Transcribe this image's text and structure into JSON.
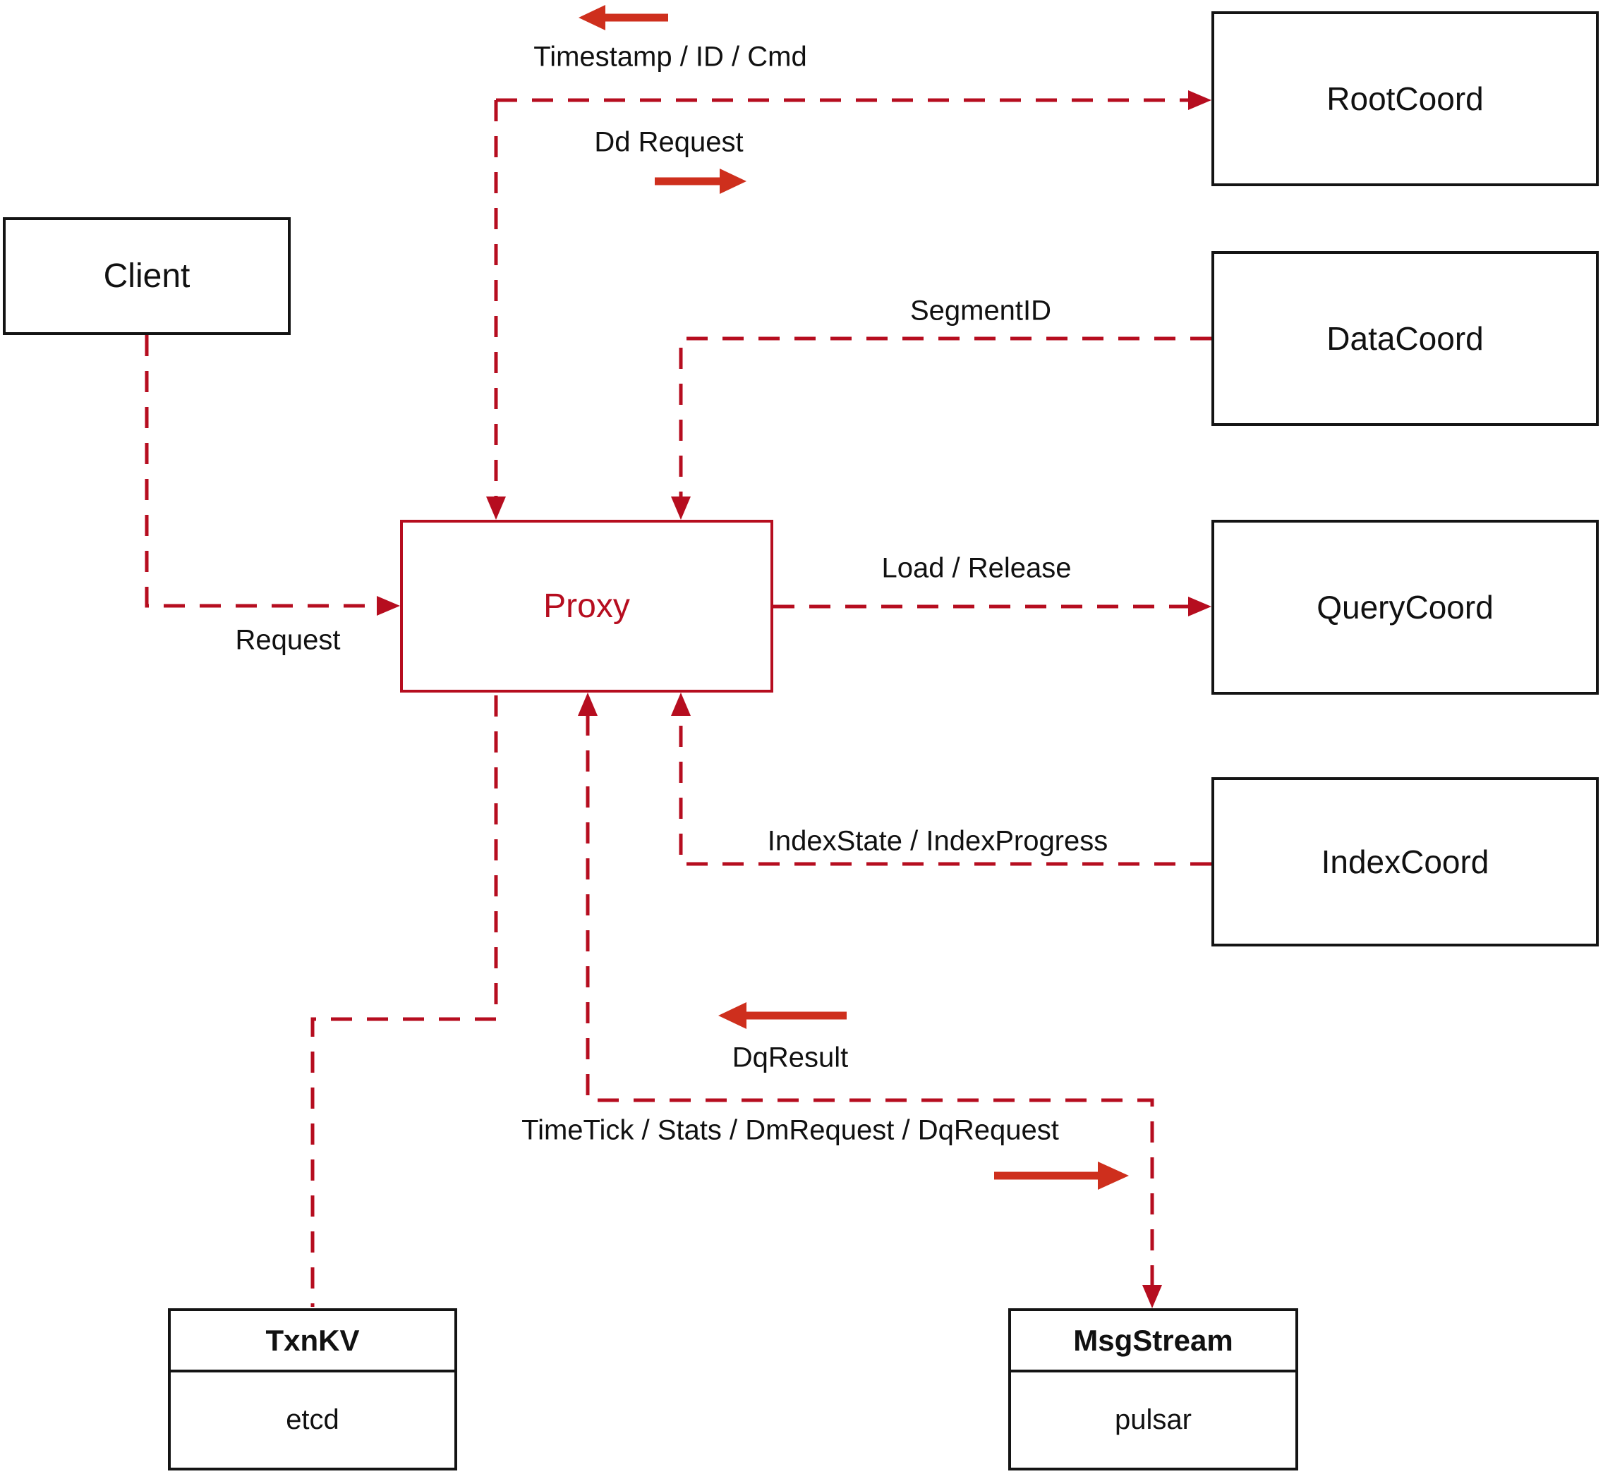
{
  "colors": {
    "line_red": "#b60d1f",
    "arrow_red": "#ce2f1d",
    "box_black": "#141414",
    "text_black": "#111111",
    "background": "#ffffff"
  },
  "nodes": {
    "client": {
      "label": "Client"
    },
    "proxy": {
      "label": "Proxy"
    },
    "rootcoord": {
      "label": "RootCoord"
    },
    "datacoord": {
      "label": "DataCoord"
    },
    "querycoord": {
      "label": "QueryCoord"
    },
    "indexcoord": {
      "label": "IndexCoord"
    },
    "txnkv": {
      "title": "TxnKV",
      "sub": "etcd"
    },
    "msgstream": {
      "title": "MsgStream",
      "sub": "pulsar"
    }
  },
  "edge_labels": {
    "timestamp": "Timestamp / ID / Cmd",
    "dd_request": "Dd Request",
    "segment_id": "SegmentID",
    "request": "Request",
    "load_release": "Load / Release",
    "index_state": "IndexState / IndexProgress",
    "dq_result": "DqResult",
    "timetick": "TimeTick / Stats / DmRequest / DqRequest"
  }
}
